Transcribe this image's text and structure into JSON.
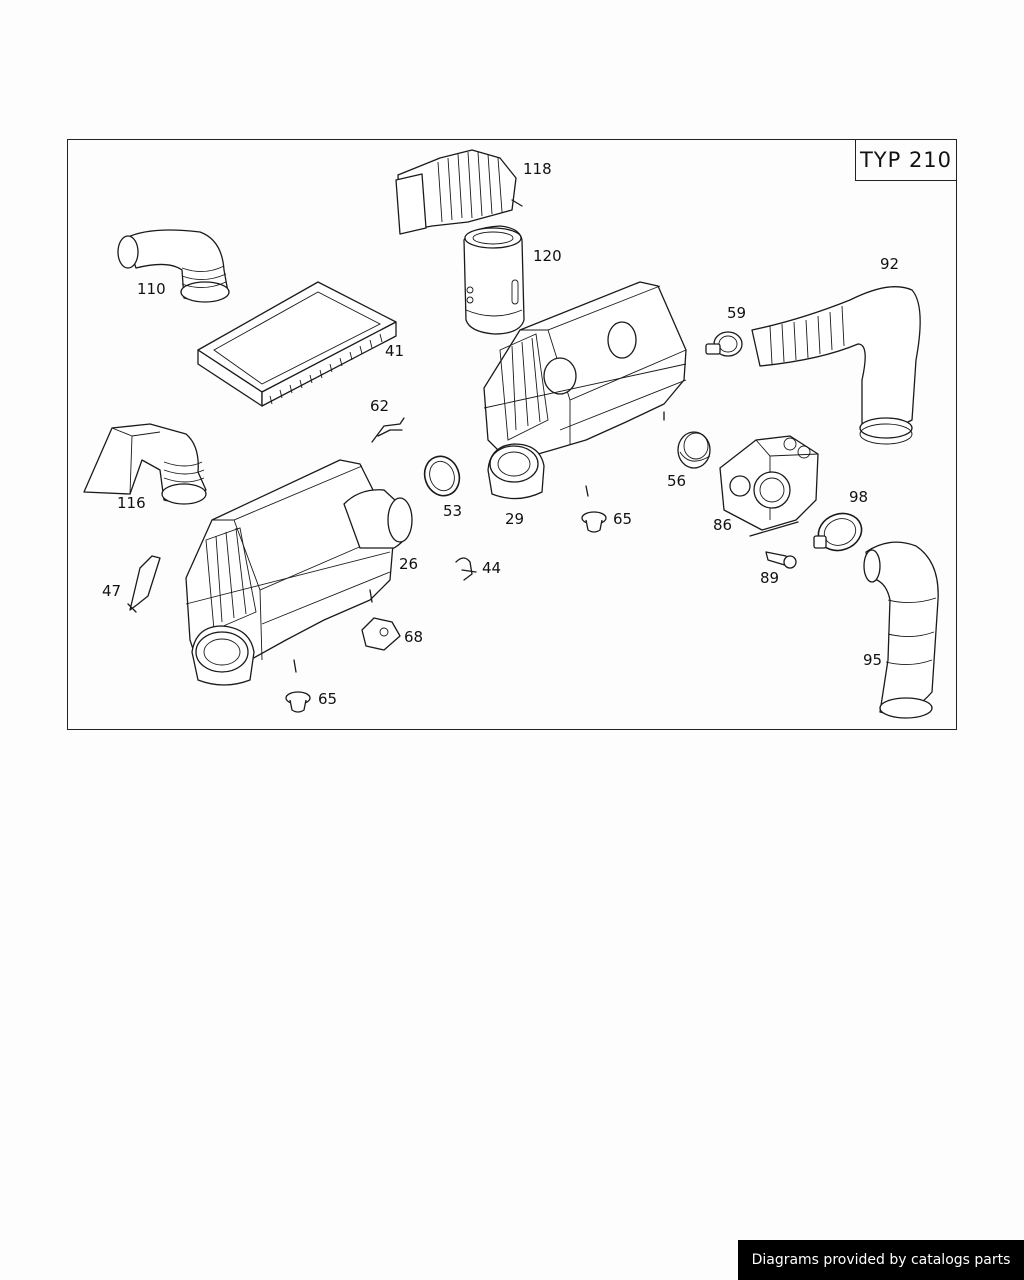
{
  "diagram": {
    "type_label": "TYP 210",
    "callouts": {
      "c118": "118",
      "c120": "120",
      "c110": "110",
      "c41": "41",
      "c92": "92",
      "c59": "59",
      "c62": "62",
      "c116": "116",
      "c53": "53",
      "c29": "29",
      "c65a": "65",
      "c56": "56",
      "c86": "86",
      "c98": "98",
      "c26": "26",
      "c44": "44",
      "c89": "89",
      "c47": "47",
      "c68": "68",
      "c95": "95",
      "c65b": "65"
    }
  },
  "footer": {
    "credit": "Diagrams provided by catalogs parts"
  }
}
